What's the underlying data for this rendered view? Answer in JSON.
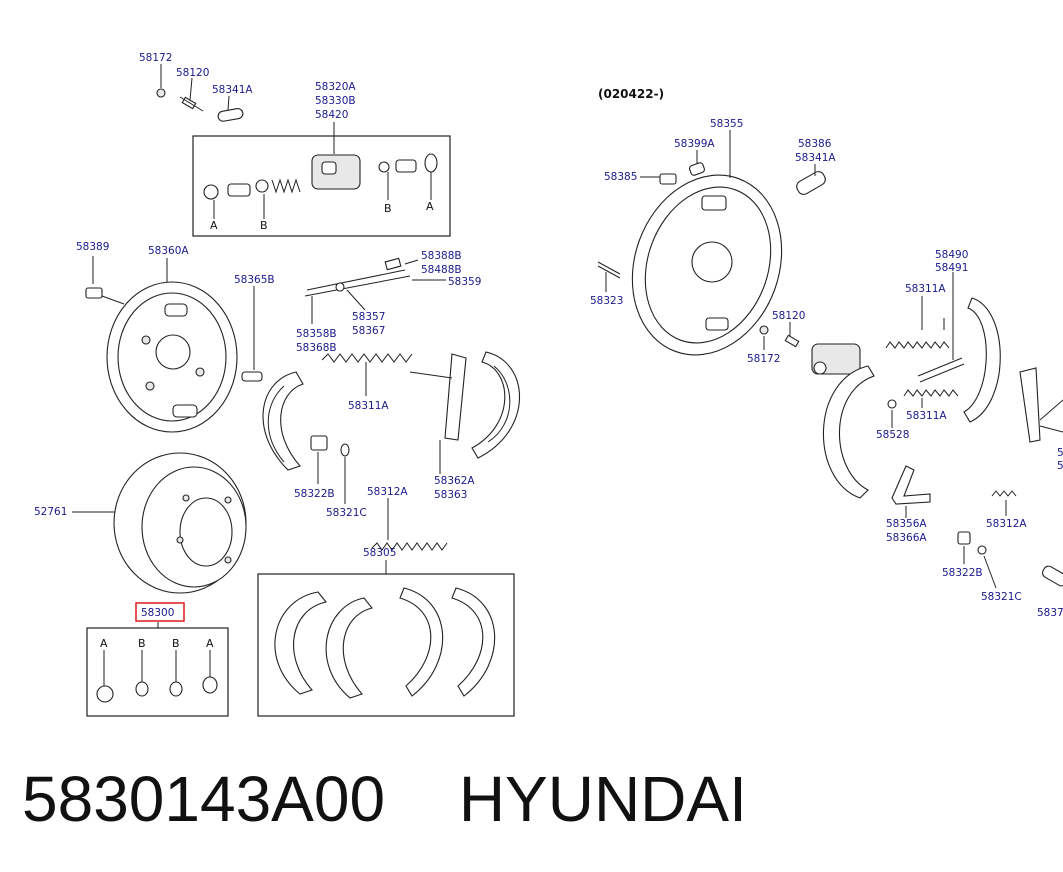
{
  "header_note": "(020422-)",
  "footer": {
    "part_number": "5830143A00",
    "brand": "HYUNDAI"
  },
  "highlight_color": "#e2262b",
  "labels": [
    {
      "id": "l1",
      "text": "58172"
    },
    {
      "id": "l2",
      "text": "58120"
    },
    {
      "id": "l3",
      "text": "58341A"
    },
    {
      "id": "l4",
      "text": "58320A"
    },
    {
      "id": "l5",
      "text": "58330B"
    },
    {
      "id": "l6",
      "text": "58420"
    },
    {
      "id": "l7",
      "text": "58389"
    },
    {
      "id": "l8",
      "text": "58360A"
    },
    {
      "id": "l9",
      "text": "58365B"
    },
    {
      "id": "l10",
      "text": "58388B"
    },
    {
      "id": "l11",
      "text": "58488B"
    },
    {
      "id": "l12",
      "text": "58359"
    },
    {
      "id": "l13",
      "text": "58357"
    },
    {
      "id": "l14",
      "text": "58367"
    },
    {
      "id": "l15",
      "text": "58358B"
    },
    {
      "id": "l16",
      "text": "58368B"
    },
    {
      "id": "l17",
      "text": "58311A"
    },
    {
      "id": "l18",
      "text": "58322B"
    },
    {
      "id": "l19",
      "text": "58321C"
    },
    {
      "id": "l20",
      "text": "58312A"
    },
    {
      "id": "l21",
      "text": "58362A"
    },
    {
      "id": "l22",
      "text": "58363"
    },
    {
      "id": "l23",
      "text": "52761"
    },
    {
      "id": "l24",
      "text": "58305"
    },
    {
      "id": "l25",
      "text": "58300"
    },
    {
      "id": "r1",
      "text": "58355"
    },
    {
      "id": "r2",
      "text": "58399A"
    },
    {
      "id": "r3",
      "text": "58386"
    },
    {
      "id": "r4",
      "text": "58341A"
    },
    {
      "id": "r5",
      "text": "58385"
    },
    {
      "id": "r6",
      "text": "58323"
    },
    {
      "id": "r7",
      "text": "58120"
    },
    {
      "id": "r8",
      "text": "58172"
    },
    {
      "id": "r9",
      "text": "58490"
    },
    {
      "id": "r10",
      "text": "58491"
    },
    {
      "id": "r11",
      "text": "58311A"
    },
    {
      "id": "r12",
      "text": "58311A"
    },
    {
      "id": "r13",
      "text": "58528"
    },
    {
      "id": "r14",
      "text": "58356A"
    },
    {
      "id": "r15",
      "text": "58366A"
    },
    {
      "id": "r16",
      "text": "58312A"
    },
    {
      "id": "r17",
      "text": "58322B"
    },
    {
      "id": "r18",
      "text": "58321C"
    },
    {
      "id": "r19",
      "text": "5837"
    },
    {
      "id": "r20",
      "text": "5"
    },
    {
      "id": "r21",
      "text": "5"
    }
  ],
  "callout_letters": [
    {
      "id": "a1",
      "text": "A"
    },
    {
      "id": "a2",
      "text": "B"
    },
    {
      "id": "a3",
      "text": "B"
    },
    {
      "id": "a4",
      "text": "A"
    },
    {
      "id": "a5",
      "text": "A"
    },
    {
      "id": "a6",
      "text": "B"
    },
    {
      "id": "a7",
      "text": "B"
    },
    {
      "id": "a8",
      "text": "A"
    }
  ]
}
